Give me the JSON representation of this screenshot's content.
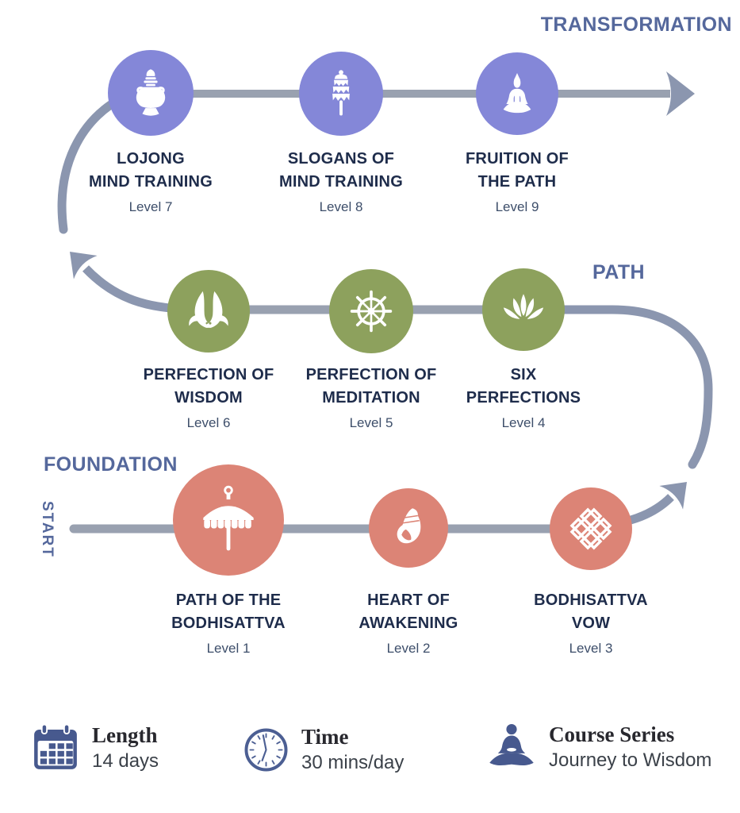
{
  "stages": {
    "start": "START",
    "foundation": "FOUNDATION",
    "path": "PATH",
    "transformation": "TRANSFORMATION"
  },
  "levels": [
    {
      "title": "PATH OF THE\nBODHISATTVA",
      "level": "Level 1",
      "icon": "parasol-icon",
      "stage": "foundation"
    },
    {
      "title": "HEART OF\nAWAKENING",
      "level": "Level 2",
      "icon": "conch-shell-icon",
      "stage": "foundation"
    },
    {
      "title": "BODHISATTVA\nVOW",
      "level": "Level 3",
      "icon": "endless-knot-icon",
      "stage": "foundation"
    },
    {
      "title": "SIX\nPERFECTIONS",
      "level": "Level 4",
      "icon": "lotus-icon",
      "stage": "path"
    },
    {
      "title": "PERFECTION OF\nMEDITATION",
      "level": "Level 5",
      "icon": "dharma-wheel-icon",
      "stage": "path"
    },
    {
      "title": "PERFECTION OF\nWISDOM",
      "level": "Level 6",
      "icon": "golden-fishes-icon",
      "stage": "path"
    },
    {
      "title": "LOJONG\nMIND TRAINING",
      "level": "Level 7",
      "icon": "treasure-vase-icon",
      "stage": "transformation"
    },
    {
      "title": "SLOGANS OF\nMIND TRAINING",
      "level": "Level 8",
      "icon": "victory-banner-icon",
      "stage": "transformation"
    },
    {
      "title": "FRUITION OF\nTHE PATH",
      "level": "Level 9",
      "icon": "buddha-icon",
      "stage": "transformation"
    }
  ],
  "footer": [
    {
      "icon": "calendar-icon",
      "label": "Length",
      "value": "14 days"
    },
    {
      "icon": "clock-icon",
      "label": "Time",
      "value": "30 mins/day"
    },
    {
      "icon": "meditator-icon",
      "label": "Course Series",
      "value": "Journey to Wisdom"
    }
  ],
  "colors": {
    "foundation_circle": "#DC8476",
    "path_circle": "#8DA15D",
    "transformation_circle": "#8487D8",
    "line_gray": "#99A1B0",
    "line_blue": "#8B96AF",
    "stage_label": "#55689C",
    "node_title": "#1E2C4B",
    "node_level": "#3D4E6A",
    "footer_icon_blue": "#47598E"
  }
}
